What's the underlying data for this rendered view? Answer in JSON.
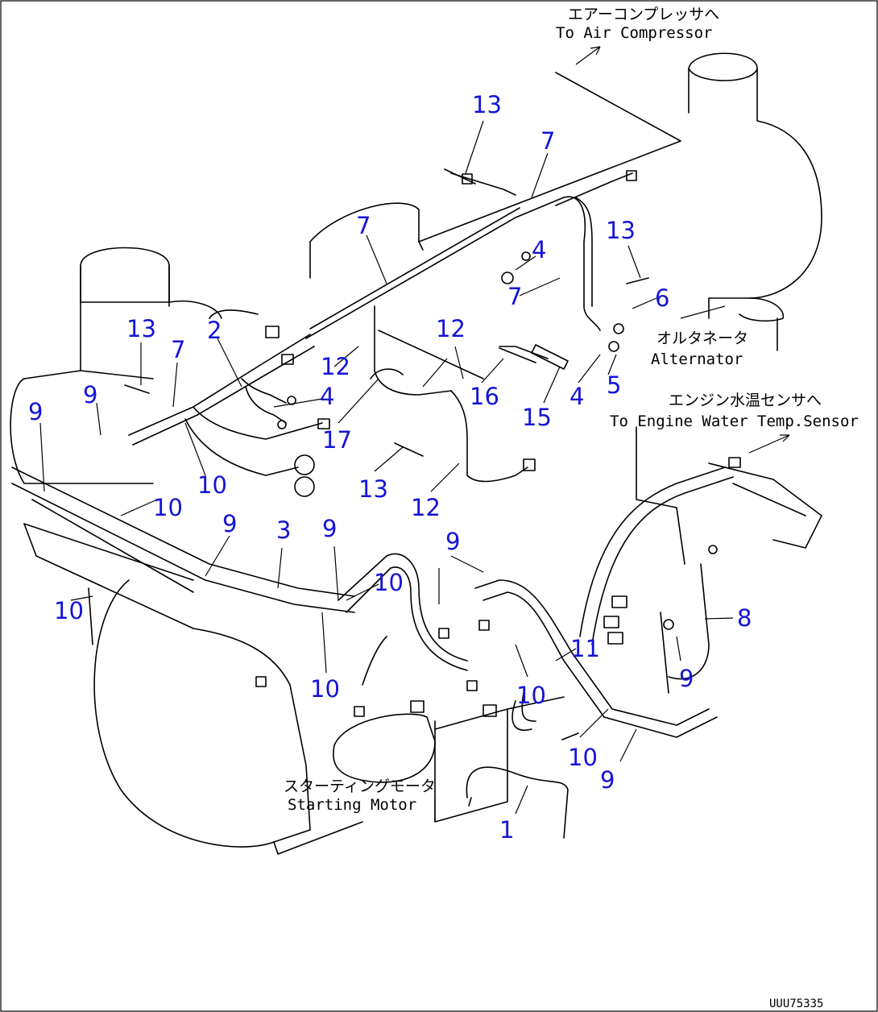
{
  "notes": {
    "air_compressor_jp": "エアーコンプレッサへ",
    "air_compressor_en": "To Air Compressor",
    "alternator_jp": "オルタネータ",
    "alternator_en": "Alternator",
    "water_temp_jp": "エンジン水温センサへ",
    "water_temp_en": "To Engine Water Temp.Sensor",
    "starting_motor_jp": "スターティングモータ",
    "starting_motor_en": "Starting Motor"
  },
  "drawing_code": "UUU75335",
  "callouts": [
    {
      "label": "13"
    },
    {
      "label": "7"
    },
    {
      "label": "7"
    },
    {
      "label": "13"
    },
    {
      "label": "4"
    },
    {
      "label": "7"
    },
    {
      "label": "6"
    },
    {
      "label": "13"
    },
    {
      "label": "7"
    },
    {
      "label": "2"
    },
    {
      "label": "12"
    },
    {
      "label": "12"
    },
    {
      "label": "4"
    },
    {
      "label": "5"
    },
    {
      "label": "9"
    },
    {
      "label": "16"
    },
    {
      "label": "4"
    },
    {
      "label": "15"
    },
    {
      "label": "9"
    },
    {
      "label": "17"
    },
    {
      "label": "10"
    },
    {
      "label": "13"
    },
    {
      "label": "12"
    },
    {
      "label": "10"
    },
    {
      "label": "9"
    },
    {
      "label": "3"
    },
    {
      "label": "9"
    },
    {
      "label": "9"
    },
    {
      "label": "10"
    },
    {
      "label": "10"
    },
    {
      "label": "8"
    },
    {
      "label": "11"
    },
    {
      "label": "9"
    },
    {
      "label": "10"
    },
    {
      "label": "10"
    },
    {
      "label": "10"
    },
    {
      "label": "9"
    },
    {
      "label": "1"
    }
  ],
  "colors": {
    "callout": "#1414d8",
    "line": "#000000",
    "background": "#ffffff"
  }
}
